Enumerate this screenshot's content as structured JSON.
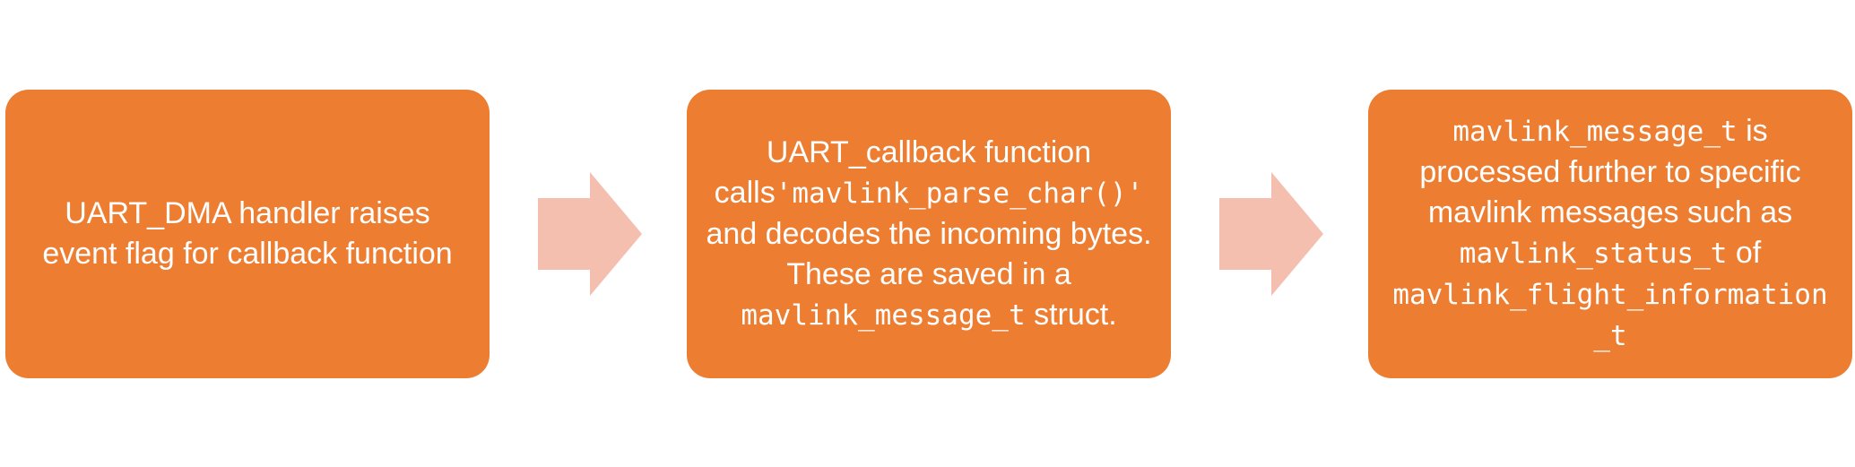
{
  "colors": {
    "box_fill": "#ed7d31",
    "arrow_fill": "#f4bfaf",
    "text": "#ffffff"
  },
  "steps": [
    {
      "text": "UART_DMA handler raises event flag for callback function"
    },
    {
      "text_1": "UART_callback function calls",
      "code_1": "'mavlink_parse_char()'",
      "text_2": " and decodes the incoming bytes. These are saved in a ",
      "code_2": "mavlink_message_t",
      "text_3": " struct."
    },
    {
      "code_1": "mavlink_message_t",
      "text_1": "  is processed further to specific mavlink messages such as ",
      "code_2": "mavlink_status_t",
      "text_2": " of ",
      "code_3": "mavlink_flight_information_t"
    }
  ],
  "connectors": [
    {
      "icon": "chevron-arrow-right-icon"
    },
    {
      "icon": "chevron-arrow-right-icon"
    }
  ]
}
